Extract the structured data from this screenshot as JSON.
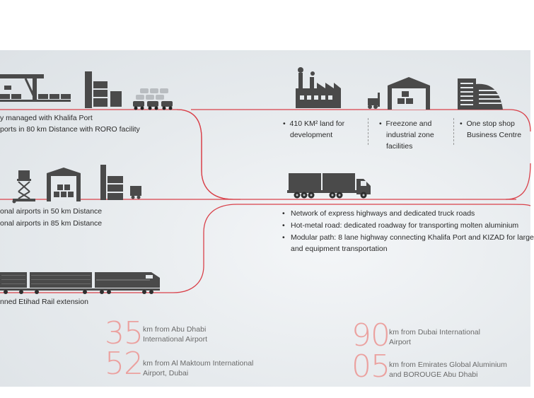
{
  "top_left": {
    "line1": "y managed with Khalifa Port",
    "line2": "ports in 80 km Distance with RORO facility"
  },
  "features": [
    {
      "line1": "410 KM² land for",
      "line2": "development",
      "line3": ""
    },
    {
      "line1": "Freezone and",
      "line2": "industrial zone",
      "line3": "facilities"
    },
    {
      "line1": "One stop shop",
      "line2": "Business Centre",
      "line3": ""
    }
  ],
  "middle_left": {
    "line1": "onal airports in 50 km Distance",
    "line2": "onal airports in 85 km Distance"
  },
  "road_bullets": [
    "Network of express highways and dedicated truck roads",
    "Hot-metal road: dedicated roadway for transporting molten aluminium",
    "Modular path: 8 lane highway connecting Khalifa Port and KIZAD for large",
    "and equipment transportation"
  ],
  "rail_caption": "nned Etihad Rail extension",
  "distances": [
    {
      "number": "35",
      "line1": "km from Abu Dhabi",
      "line2": "International Airport"
    },
    {
      "number": "52",
      "line1": "km from Al Maktoum International",
      "line2": "Airport, Dubai"
    },
    {
      "number": "90",
      "line1": "km from Dubai International",
      "line2": "Airport"
    },
    {
      "number": "05",
      "line1": "km from Emirates Global Aluminium",
      "line2": "and BOROUGE Abu Dhabi"
    }
  ],
  "colors": {
    "route_line": "#d9414a",
    "big_numbers": "#eba19f",
    "icons": "#4a4a4a"
  },
  "icons": [
    "gantry-crane-icon",
    "container-stack-icon",
    "car-carrier-icon",
    "factory-icon",
    "warehouse-forklift-icon",
    "office-building-icon",
    "scissor-lift-icon",
    "truck-icon",
    "freight-train-icon"
  ]
}
